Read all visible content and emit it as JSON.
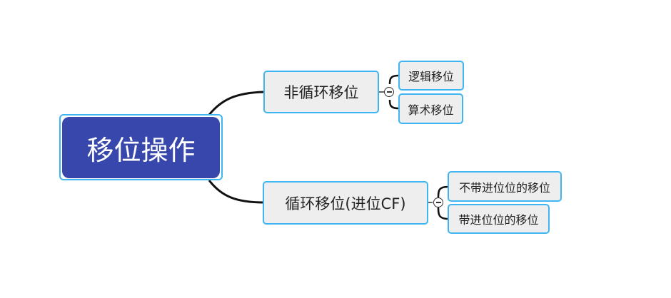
{
  "root": {
    "label": "移位操作"
  },
  "branches": [
    {
      "label": "非循环移位",
      "children": [
        {
          "label": "逻辑移位"
        },
        {
          "label": "算术移位"
        }
      ]
    },
    {
      "label": "循环移位(进位CF)",
      "children": [
        {
          "label": "不带进位位的移位"
        },
        {
          "label": "带进位位的移位"
        }
      ]
    }
  ],
  "colors": {
    "root_fill": "#3747ab",
    "border": "#3fb6f2",
    "node_fill": "#eeeeee",
    "connector": "#111111"
  }
}
